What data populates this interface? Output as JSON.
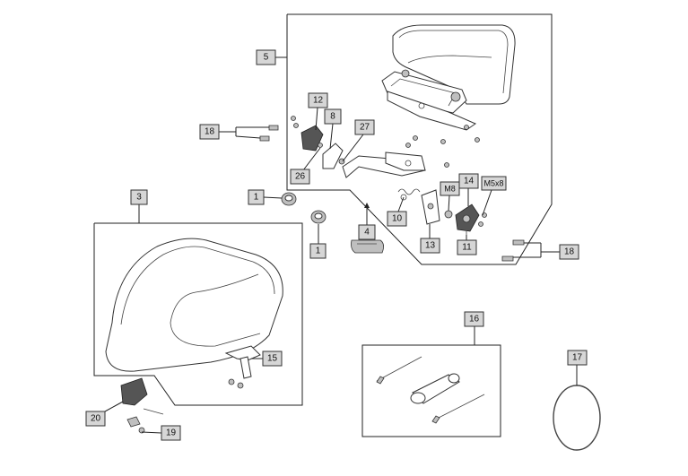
{
  "diagram": {
    "callouts": {
      "c5": "5",
      "c12": "12",
      "c8": "8",
      "c27": "27",
      "c18a": "18",
      "c26": "26",
      "c3": "3",
      "c1a": "1",
      "c1b": "1",
      "c4": "4",
      "c10": "10",
      "c13": "13",
      "cM8": "M8",
      "c14": "14",
      "cM5x8": "M5x8",
      "c11": "11",
      "c18b": "18",
      "c15": "15",
      "c16": "16",
      "c17": "17",
      "c20": "20",
      "c19": "19"
    }
  }
}
